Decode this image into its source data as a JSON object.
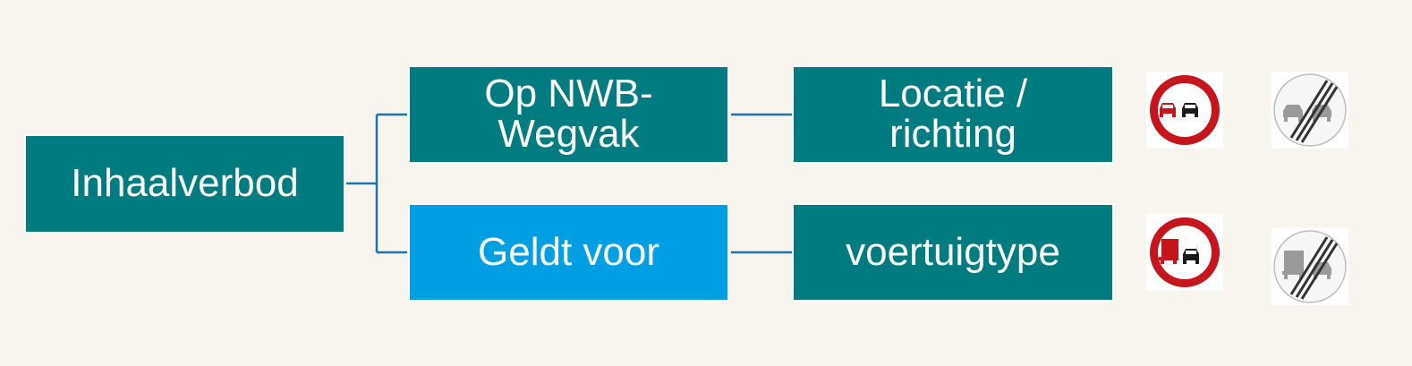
{
  "colors": {
    "background": "#f8f5ef",
    "teal": "#007b7f",
    "blue": "#009ee3",
    "connector": "#1b75b0",
    "sign_red": "#c4161c",
    "ended_sign_gray": "#9a9a9a"
  },
  "diagram": {
    "root": {
      "label": "Inhaalverbod"
    },
    "branches": [
      {
        "label_lines": [
          "Op NWB-",
          "Wegvak"
        ],
        "child": {
          "label_lines": [
            "Locatie /",
            "richting"
          ]
        },
        "signs": [
          "no-overtaking-sign",
          "end-no-overtaking-sign"
        ]
      },
      {
        "label_lines": [
          "Geldt voor"
        ],
        "child": {
          "label_lines": [
            "voertuigtype"
          ]
        },
        "signs": [
          "no-overtaking-trucks-sign",
          "end-no-overtaking-trucks-sign"
        ]
      }
    ]
  }
}
